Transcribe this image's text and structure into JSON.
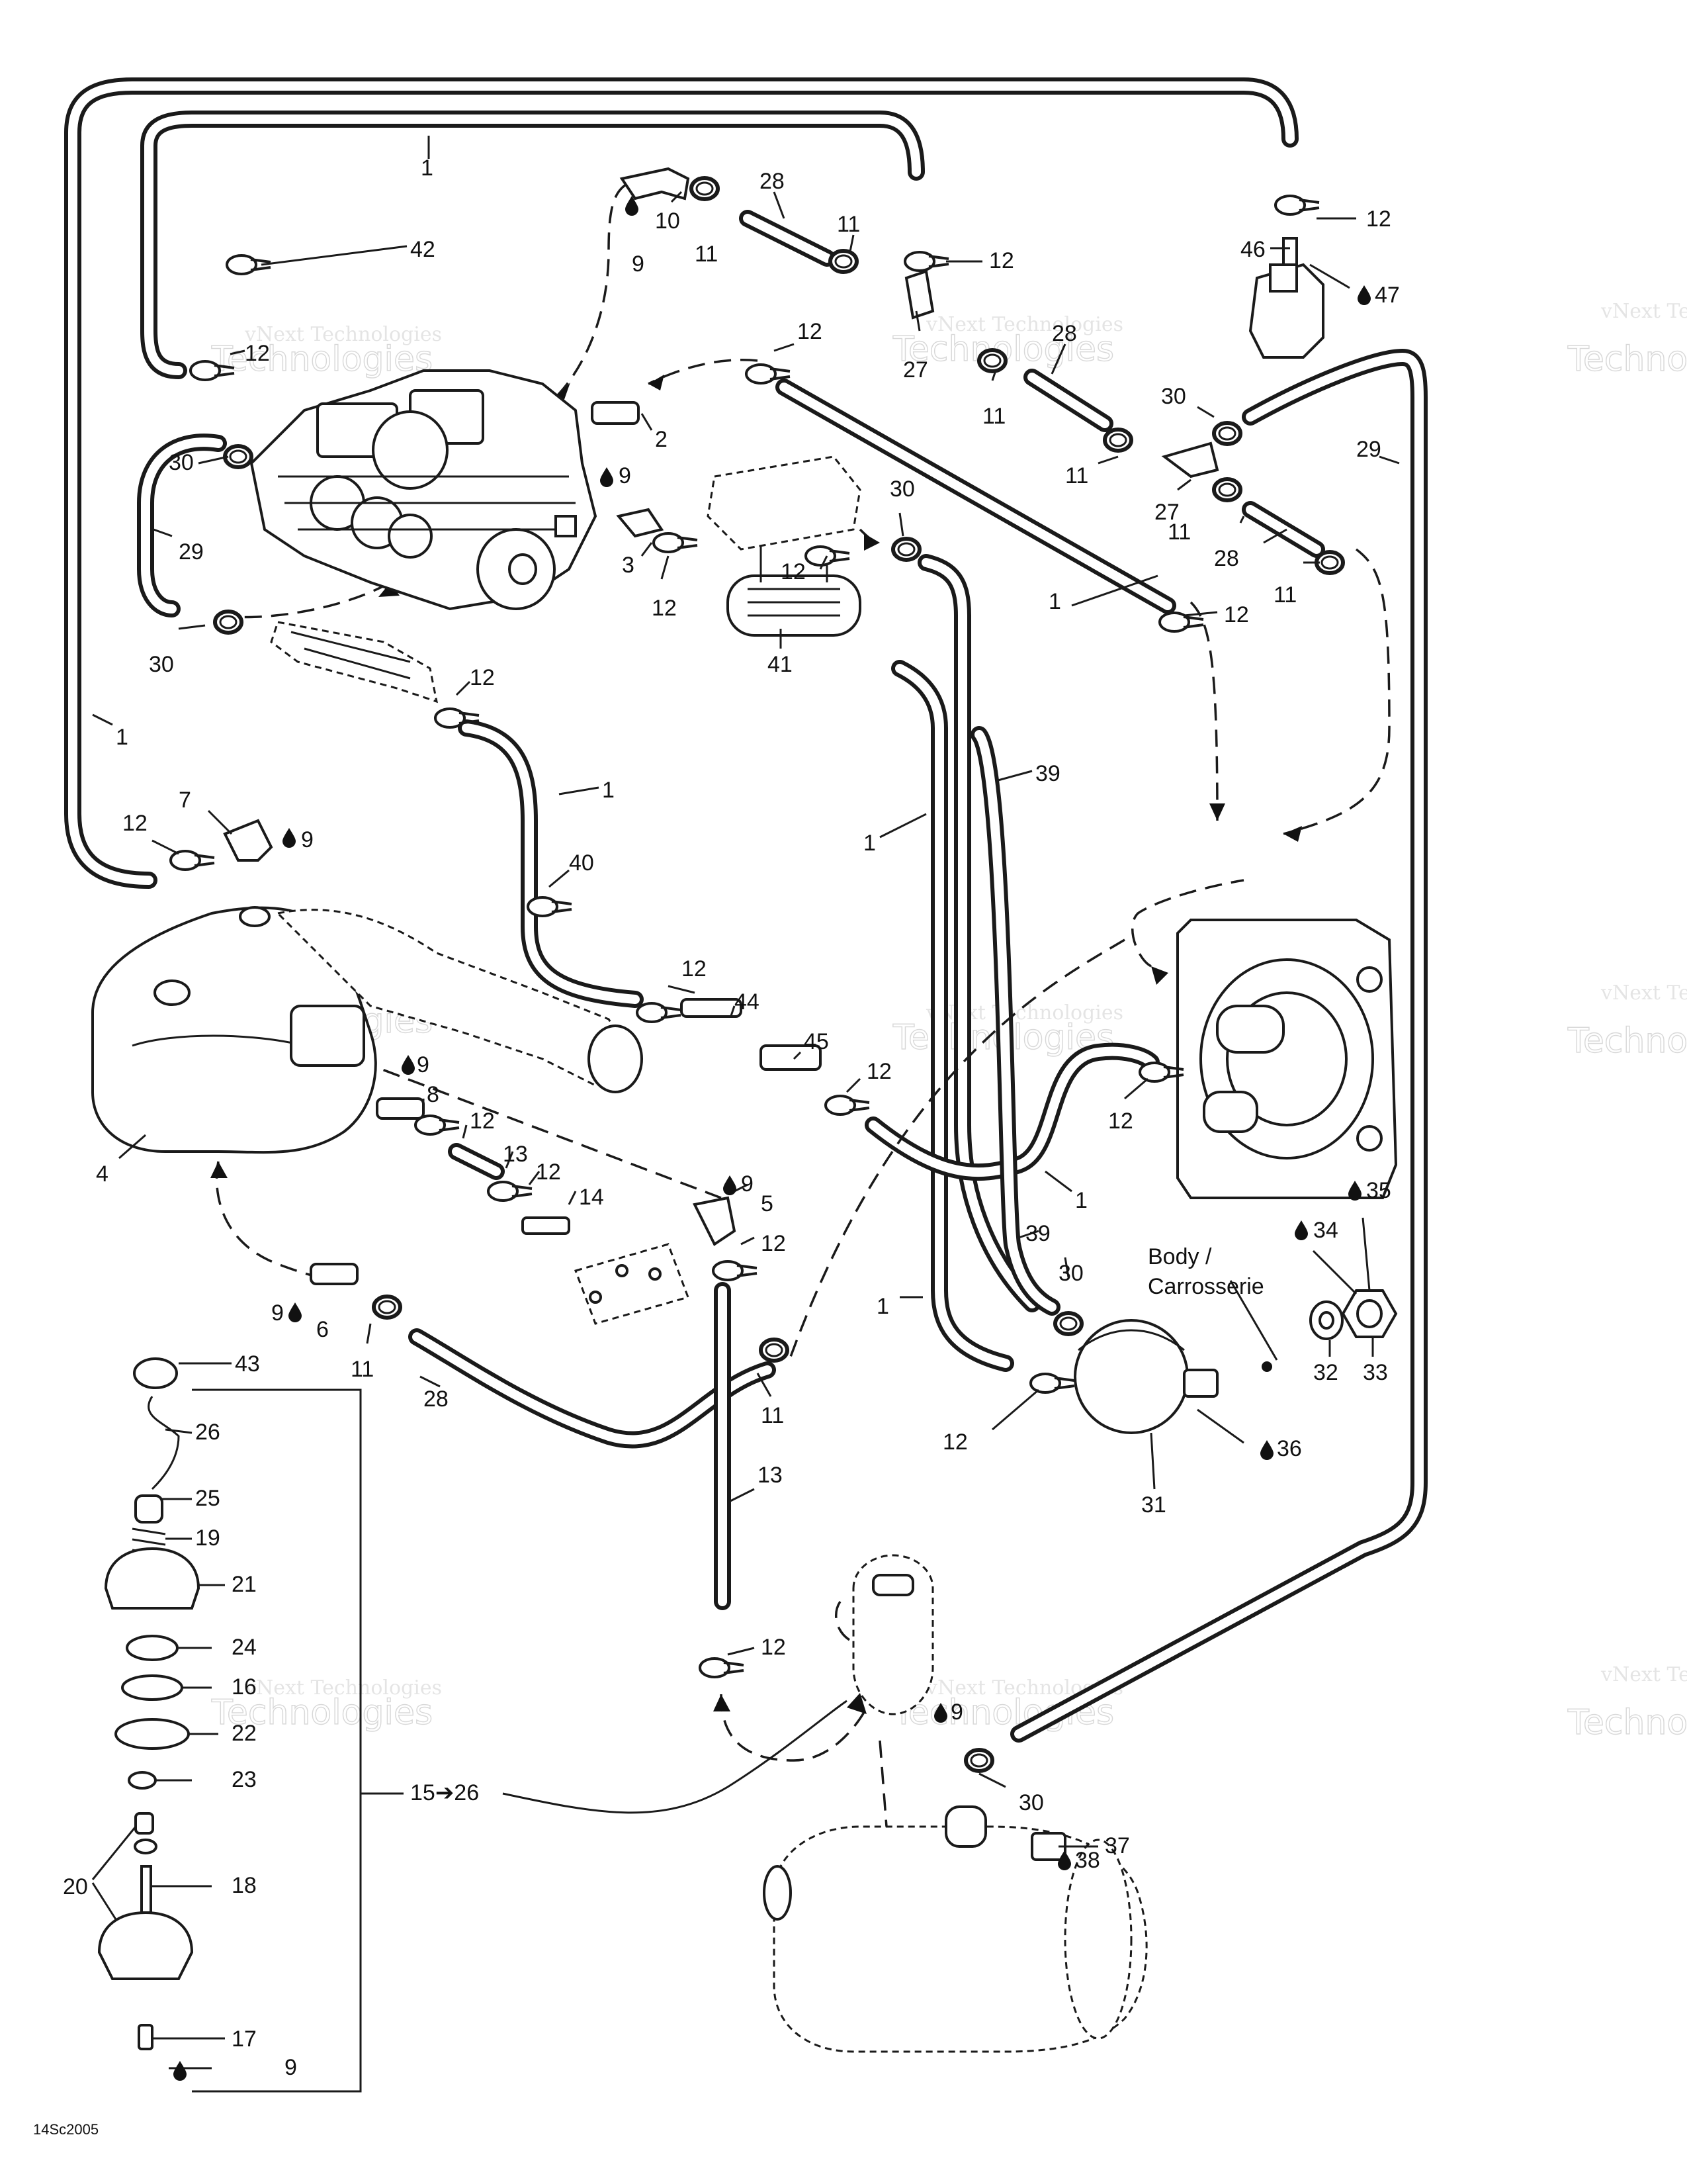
{
  "diagram_code": "14Sc2005",
  "body_label_line1": "Body /",
  "body_label_line2": "Carrosserie",
  "watermark": {
    "line1": "vNext Technologies",
    "line2": "Technologies",
    "line3": "vNext"
  },
  "parts": {
    "p1": "1",
    "p2": "2",
    "p3": "3",
    "p4": "4",
    "p5": "5",
    "p6": "6",
    "p7": "7",
    "p8": "8",
    "p9": "9",
    "p10": "10",
    "p11": "11",
    "p12": "12",
    "p13": "13",
    "p14": "14",
    "p15to26": "15➔26",
    "p16": "16",
    "p17": "17",
    "p18": "18",
    "p19": "19",
    "p20": "20",
    "p21": "21",
    "p22": "22",
    "p23": "23",
    "p24": "24",
    "p25": "25",
    "p26": "26",
    "p27": "27",
    "p28": "28",
    "p29": "29",
    "p30": "30",
    "p31": "31",
    "p32": "32",
    "p33": "33",
    "p34": "34",
    "p35": "35",
    "p36": "36",
    "p37": "37",
    "p38": "38",
    "p39": "39",
    "p40": "40",
    "p41": "41",
    "p42": "42",
    "p43": "43",
    "p44": "44",
    "p45": "45",
    "p46": "46",
    "p47": "47"
  }
}
